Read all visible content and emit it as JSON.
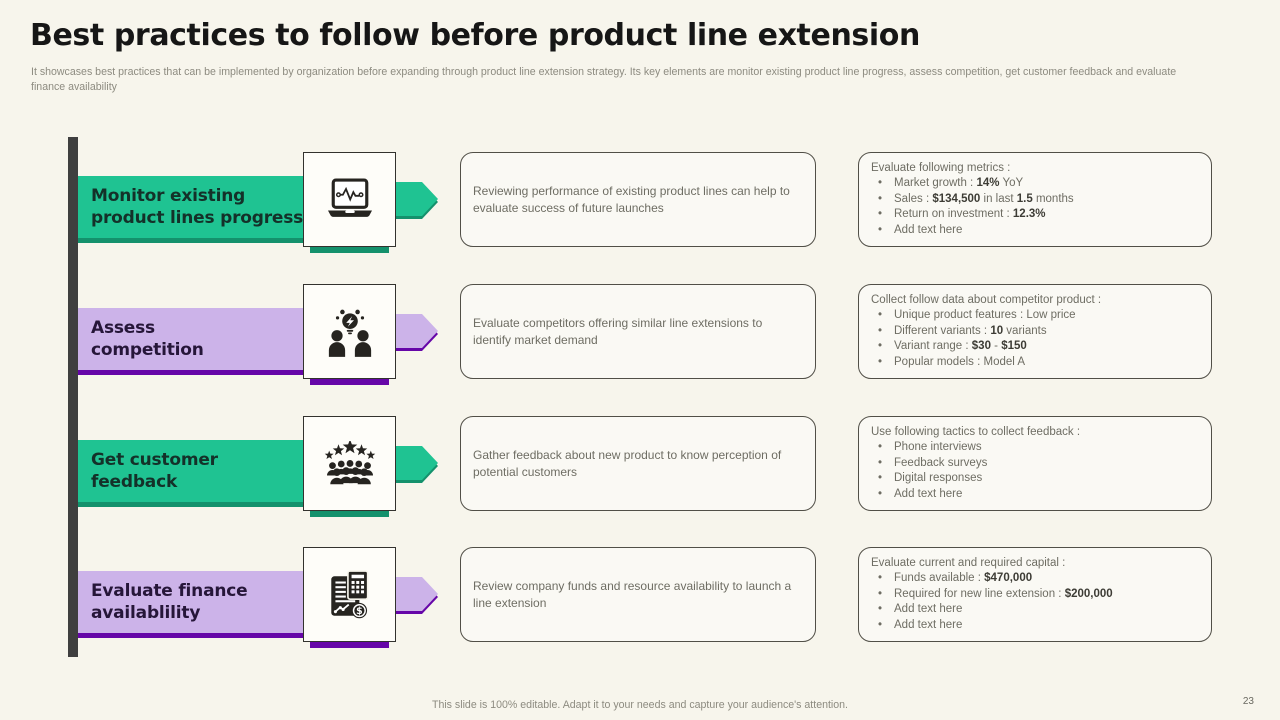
{
  "slide": {
    "title": "Best practices to follow before product line extension",
    "subtitle": "It showcases best practices that can be implemented by organization before expanding through product line extension strategy. Its key elements are monitor existing product line progress, assess competition, get customer feedback and evaluate finance availability",
    "footer": "This slide is 100% editable. Adapt it to your needs and capture your audience's attention.",
    "page_number": "23"
  },
  "colors": {
    "background": "#f7f5ec",
    "green": "#1fc392",
    "green_dark": "#14916c",
    "purple_light": "#ccb3e9",
    "purple_dark": "#6606a8",
    "left_bar": "#3f3f3f"
  },
  "icons": {
    "dollar_glyph": "$"
  },
  "rows": [
    {
      "accent": "green",
      "icon": "laptop-heartbeat-icon",
      "label": "Monitor existing\nproduct lines progress",
      "description": "Reviewing performance of existing product lines can help to evaluate success of future launches",
      "details_title": "Evaluate following metrics :",
      "bullets": [
        "Market growth : **14%** YoY",
        "Sales : **$134,500** in last **1.5** months",
        "Return on investment : **12.3%**",
        "Add text here"
      ]
    },
    {
      "accent": "purple",
      "icon": "competitor-analysis-icon",
      "label": "Assess\ncompetition",
      "description": "Evaluate competitors offering similar line extensions to identify market demand",
      "details_title": "Collect follow data about competitor product :",
      "bullets": [
        "Unique product features : Low price",
        "Different variants : **10** variants",
        "Variant range : **$30** - **$150**",
        "Popular models : Model A"
      ]
    },
    {
      "accent": "green",
      "icon": "customer-rating-crowd-icon",
      "label": "Get customer\nfeedback",
      "description": "Gather feedback about new product to know perception of potential customers",
      "details_title": "Use following tactics to collect feedback :",
      "bullets": [
        "Phone interviews",
        "Feedback surveys",
        "Digital responses",
        "Add text here"
      ]
    },
    {
      "accent": "purple",
      "icon": "financial-report-calculator-icon",
      "label": "Evaluate finance\navailablility",
      "description": "Review company funds and resource availability to launch a line extension",
      "details_title": "Evaluate current and required capital :",
      "bullets": [
        "Funds available : **$470,000**",
        "Required for new line extension : **$200,000**",
        "Add text here",
        "Add text here"
      ]
    }
  ]
}
